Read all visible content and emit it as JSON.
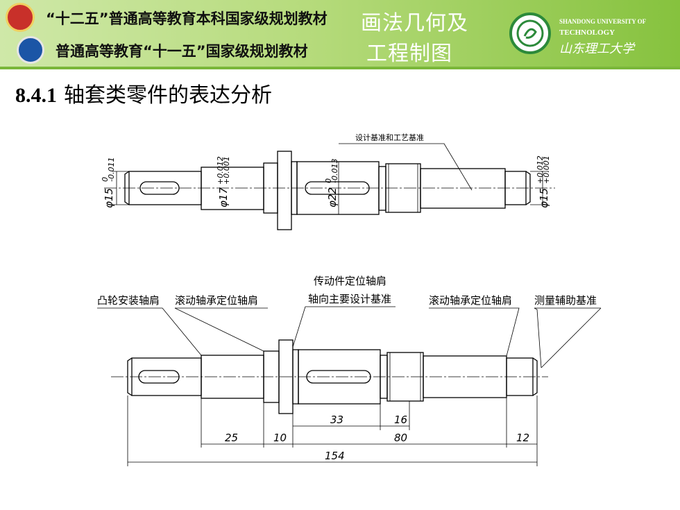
{
  "header": {
    "series_line1": "“十二五”普通高等教育本科国家级规划教材",
    "series_line2": "普通高等教育“十一五”国家级规划教材",
    "book_title_line1": "画法几何及",
    "book_title_line2": "工程制图",
    "university_en_line1": "SHANDONG UNIVERSITY OF",
    "university_en_line2": "TECHNOLOGY",
    "university_cn": "山东理工大学",
    "logo_left_top": "十二五 logo",
    "logo_left_bottom": "十一五 logo",
    "university_logo": "university-seal"
  },
  "section": {
    "number": "8.4.1",
    "title": "轴套类零件的表达分析"
  },
  "diagram_top": {
    "label_datum": "设计基准和工艺基准",
    "dia_left": "φ15",
    "dia_left_tol": [
      "0",
      "-0.011"
    ],
    "dia_2": "φ17",
    "dia_2_tol": [
      "+0.012",
      "+0.001"
    ],
    "dia_3": "φ22",
    "dia_3_tol": [
      "0",
      "-0.013"
    ],
    "dia_right": "φ15",
    "dia_right_tol": [
      "+0.012",
      "+0.001"
    ]
  },
  "diagram_bottom": {
    "labels": {
      "cam_shoulder": "凸轮安装轴肩",
      "bearing_shoulder_left": "滚动轴承定位轴肩",
      "transmission_line1": "传动件定位轴肩",
      "transmission_line2": "轴向主要设计基准",
      "bearing_shoulder_right": "滚动轴承定位轴肩",
      "measurement_datum": "测量辅助基准"
    },
    "dimensions": {
      "d33": "33",
      "d16": "16",
      "d25": "25",
      "d10": "10",
      "d80": "80",
      "d12": "12",
      "d154": "154"
    }
  }
}
